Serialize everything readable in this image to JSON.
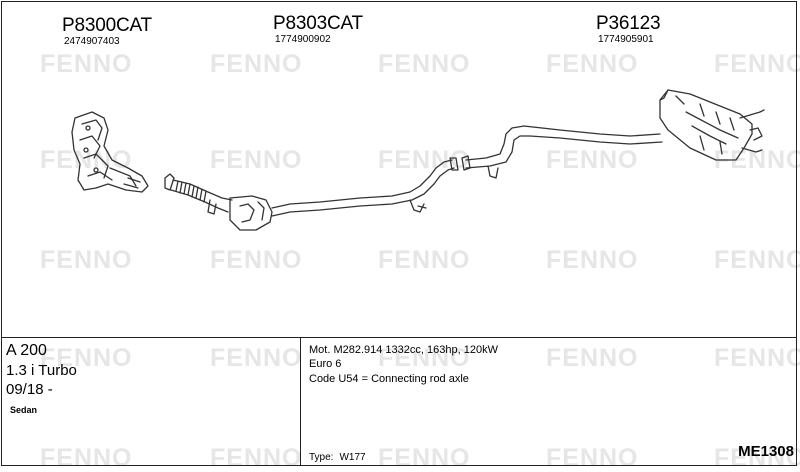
{
  "parts": [
    {
      "number": "P8300CAT",
      "oem": "2474907403"
    },
    {
      "number": "P8303CAT",
      "oem": "1774900902"
    },
    {
      "number": "P36123",
      "oem": "1774905901"
    }
  ],
  "watermark": "FENNO",
  "vehicle": {
    "model": "A 200",
    "engine": "1.3 i Turbo",
    "year": "09/18 -",
    "body": "Sedan"
  },
  "specs": [
    "Mot. M282.914 1332cc, 163hp, 120kW",
    "Euro 6",
    "Code U54 = Connecting rod axle"
  ],
  "type_label": "Type:",
  "type_value": "W177",
  "reference": "ME1308",
  "colors": {
    "border": "#222222",
    "watermark": "#e6e6e6",
    "line": "#333333"
  }
}
